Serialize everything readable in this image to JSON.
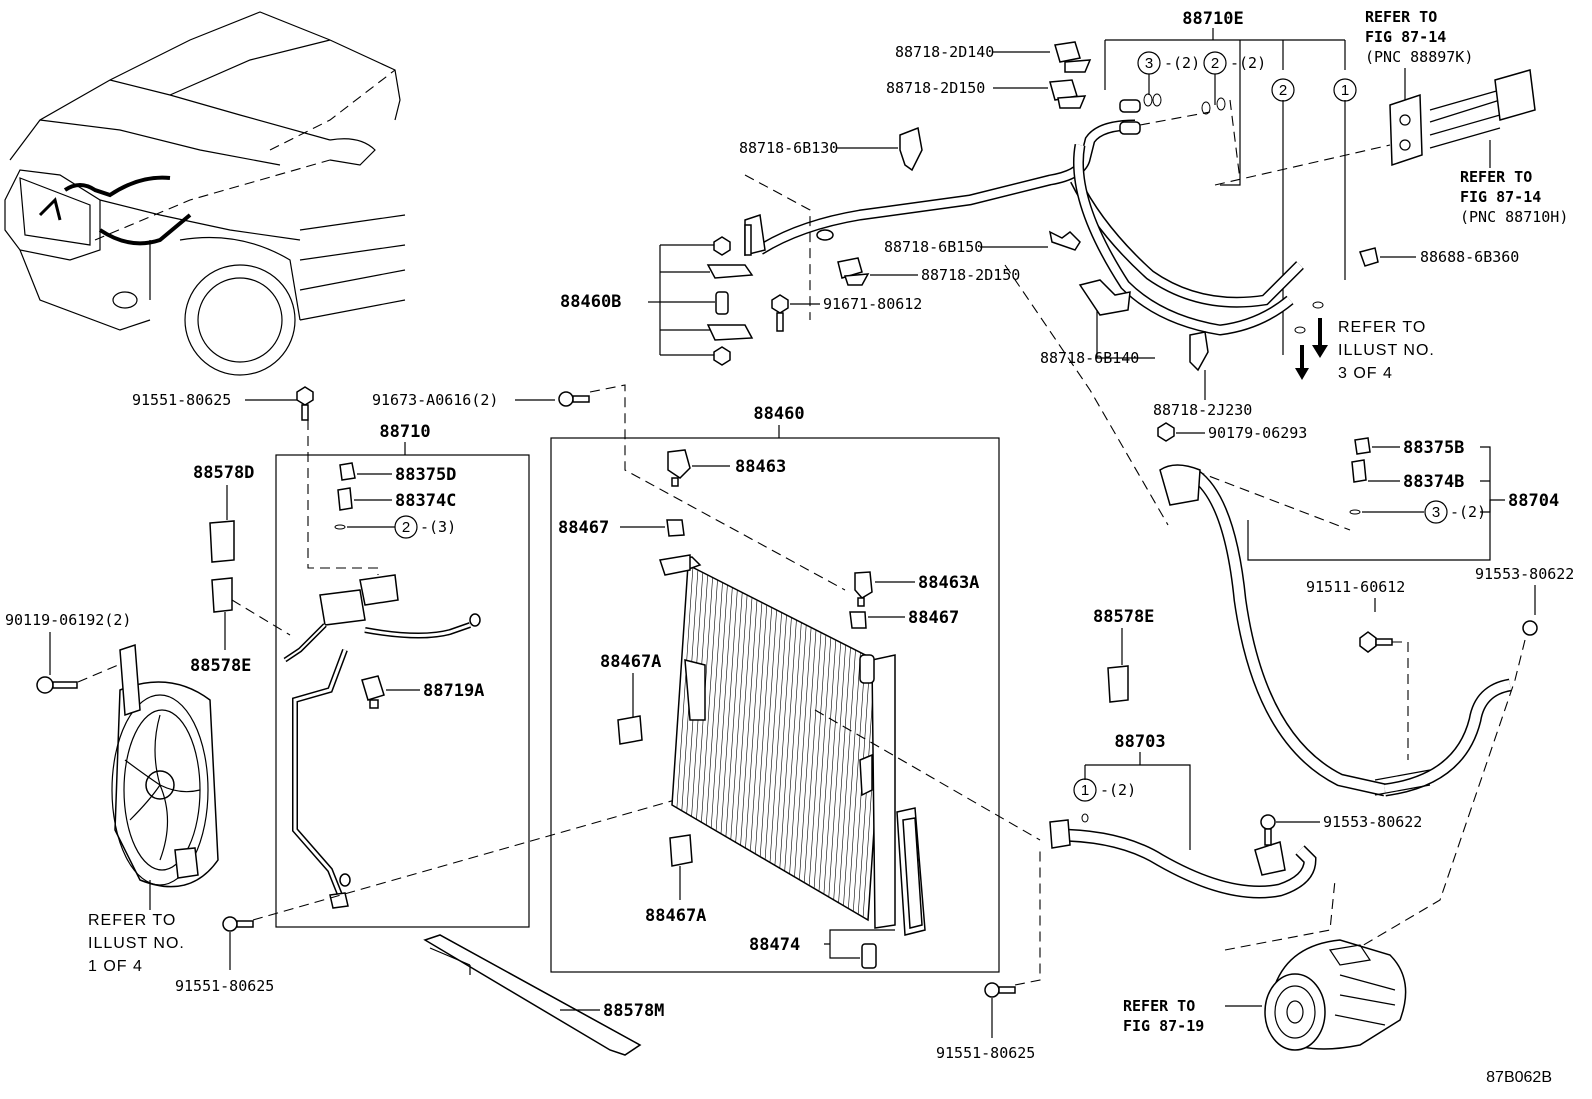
{
  "labels": {
    "p88710E": "88710E",
    "p88718_2D140": "88718-2D140",
    "p88718_2D150_top": "88718-2D150",
    "p88718_6B130": "88718-6B130",
    "p88718_6B150": "88718-6B150",
    "p88718_2D150_mid": "88718-2D150",
    "p88460B": "88460B",
    "p91671_80612": "91671-80612",
    "p88718_6B140": "88718-6B140",
    "p88718_2J230": "88718-2J230",
    "p90179_06293": "90179-06293",
    "p88688_6B360": "88688-6B360",
    "p88375B": "88375B",
    "p88374B": "88374B",
    "p88704": "88704",
    "p91551_80625_tl": "91551-80625",
    "p91673_A0616": "91673-A0616(2)",
    "p88710": "88710",
    "p88578D": "88578D",
    "p88375D": "88375D",
    "p88374C": "88374C",
    "p88578E_l": "88578E",
    "p90119_06192": "90119-06192(2)",
    "p88719A": "88719A",
    "p88460": "88460",
    "p88463": "88463",
    "p88467_a": "88467",
    "p88463A": "88463A",
    "p88467_b": "88467",
    "p88467A_a": "88467A",
    "p88467A_b": "88467A",
    "p88474": "88474",
    "p88578M": "88578M",
    "p91551_80625_bl": "91551-80625",
    "p91551_80625_bc": "91551-80625",
    "p88578E_r": "88578E",
    "p91511_60612": "91511-60612",
    "p91553_80622_a": "91553-80622",
    "p91553_80622_b": "91553-80622",
    "p88703": "88703"
  },
  "qty": {
    "q3_2_top": "-(2)",
    "q2_2_top": "-(2)",
    "q2_3": "-(3)",
    "q3_2_r": "-(2)",
    "q1_2": "-(2)"
  },
  "circles": {
    "c3_top": "3",
    "c2_top": "2",
    "c2_col": "2",
    "c1_col": "1",
    "c2_88710": "2",
    "c3_88704": "3",
    "c1_88703": "1"
  },
  "refs": {
    "r_top_1": "REFER TO",
    "r_top_2": "FIG 87-14",
    "r_top_3": "(PNC 88897K)",
    "r_mid_1": "REFER TO",
    "r_mid_2": "FIG 87-14",
    "r_mid_3": "(PNC 88710H)",
    "r_ill3_1": "REFER TO",
    "r_ill3_2": "ILLUST NO.",
    "r_ill3_3": "3 OF 4",
    "r_ill1_1": "REFER TO",
    "r_ill1_2": "ILLUST NO.",
    "r_ill1_3": "1 OF 4",
    "r_fig19_1": "REFER TO",
    "r_fig19_2": "FIG 87-19"
  },
  "diagram_code": "87B062B"
}
